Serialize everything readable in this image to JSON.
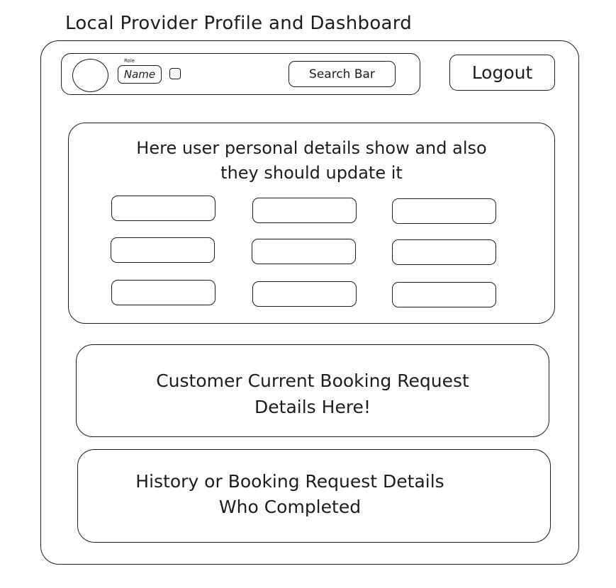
{
  "page": {
    "title": "Local Provider Profile and Dashboard"
  },
  "header": {
    "avatar_label": "",
    "role_label": "Role",
    "name_label": "Name",
    "search_label": "Search Bar",
    "logout_label": "Logout"
  },
  "details": {
    "line1": "Here user personal details show and also",
    "line2": "they should update it",
    "fields": [
      {
        "value": ""
      },
      {
        "value": ""
      },
      {
        "value": ""
      },
      {
        "value": ""
      },
      {
        "value": ""
      },
      {
        "value": ""
      },
      {
        "value": ""
      },
      {
        "value": ""
      },
      {
        "value": ""
      }
    ]
  },
  "current_booking": {
    "line1": "Customer Current Booking Request",
    "line2": "Details Here!"
  },
  "history": {
    "line1": "History or Booking Request Details",
    "line2": "Who Completed"
  }
}
